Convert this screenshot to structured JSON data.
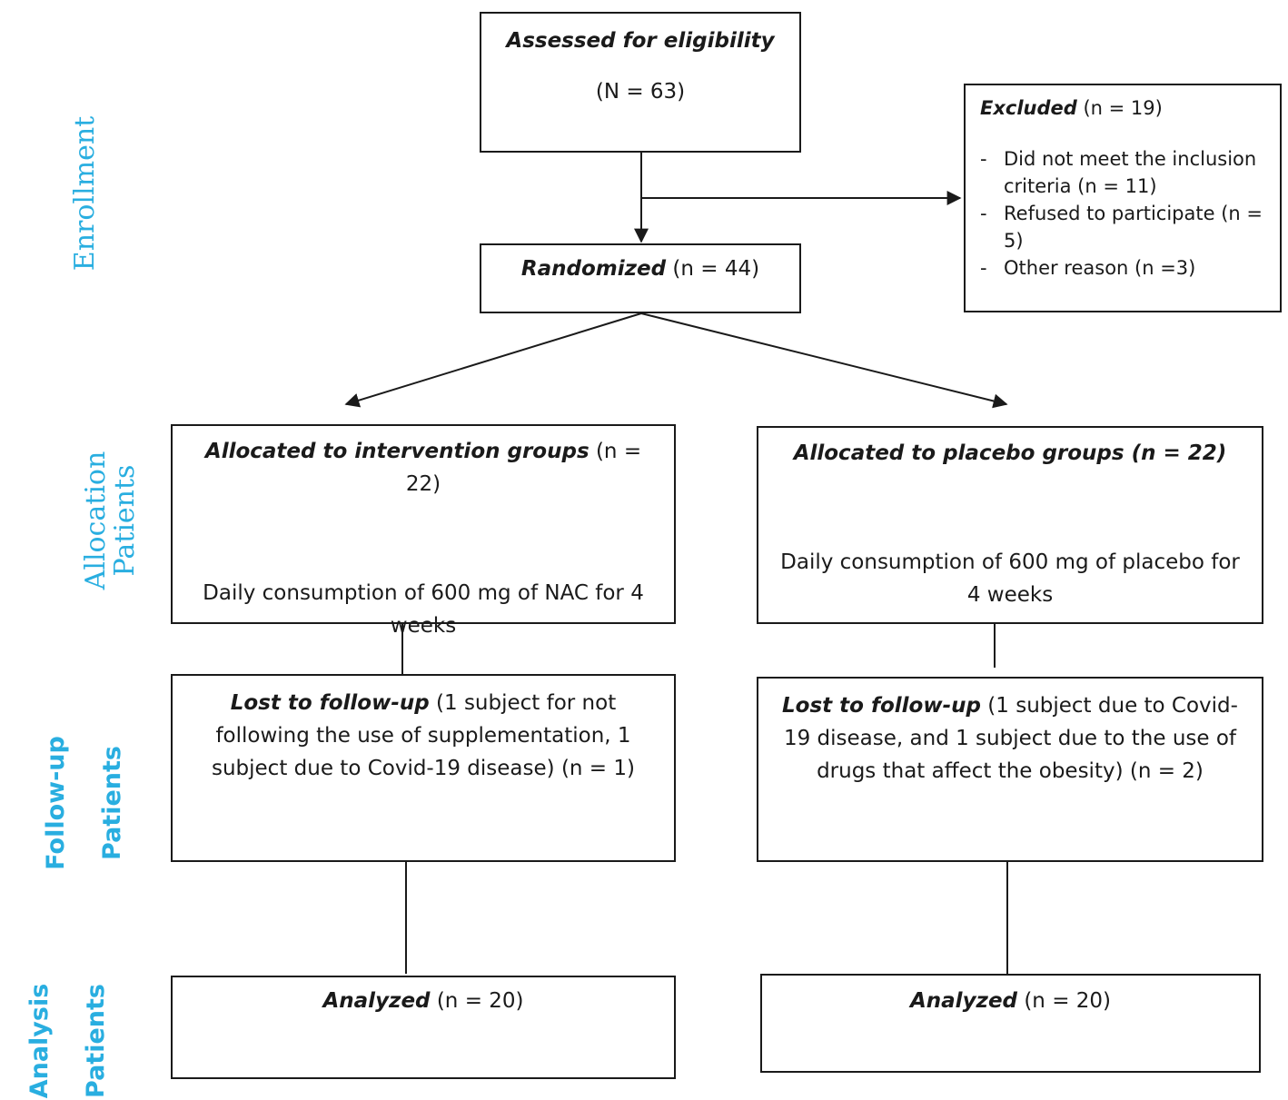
{
  "colors": {
    "line": "#1a1a1a",
    "stage_label": "#29aee0"
  },
  "stages": {
    "enrollment": "Enrollment",
    "allocation": [
      "Allocation",
      "Patients"
    ],
    "followup": [
      "Follow-up",
      "Patients"
    ],
    "analysis": [
      "Analysis",
      "Patients"
    ]
  },
  "assessed": {
    "title": "Assessed for eligibility",
    "count": "(N = 63)"
  },
  "excluded": {
    "title": "Excluded",
    "count": " (n = 19)",
    "reasons": [
      "Did not meet the inclusion criteria (n = 11)",
      "Refused to participate (n = 5)",
      "Other reason (n =3)"
    ],
    "bullet": "-"
  },
  "randomized": {
    "title": "Randomized",
    "count": " (n = 44)"
  },
  "intervention": {
    "title": "Allocated to intervention groups",
    "count": " (n = 22)",
    "description": "Daily consumption of 600 mg of NAC for 4 weeks",
    "lost_title": "Lost to follow-up",
    "lost_detail": " (1 subject for not following the use of supplementation, 1 subject due to Covid-19 disease) (n = 1)",
    "analyzed_title": "Analyzed",
    "analyzed_count": " (n = 20)"
  },
  "placebo": {
    "title": "Allocated to placebo groups (n = 22)",
    "description": "Daily consumption of 600 mg of placebo for 4 weeks",
    "lost_title": "Lost to follow-up",
    "lost_detail": " (1 subject due to Covid-19 disease, and 1 subject due to the use of drugs that affect the obesity) (n = 2)",
    "analyzed_title": "Analyzed",
    "analyzed_count": " (n = 20)"
  }
}
